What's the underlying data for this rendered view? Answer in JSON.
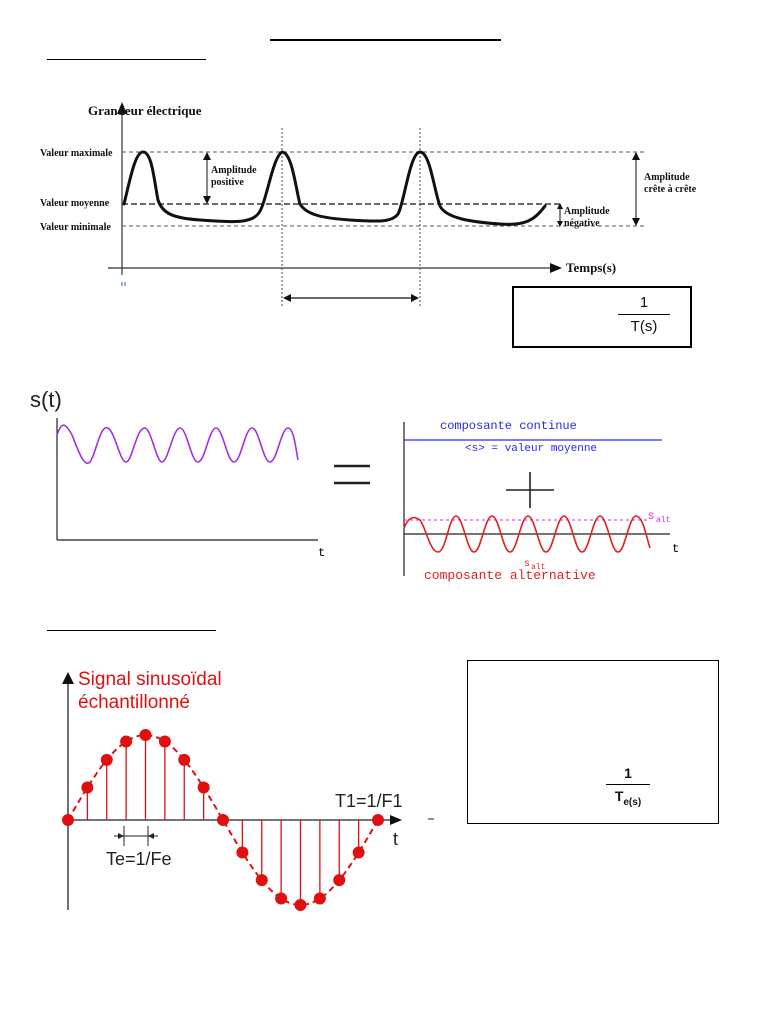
{
  "chart1": {
    "ylabel": "Grandeur électrique",
    "xlabel": "Temps(s)",
    "levels": {
      "max": "Valeur maximale",
      "mean": "Valeur moyenne",
      "min": "Valeur minimale"
    },
    "annotations": {
      "pos_amp_line1": "Amplitude",
      "pos_amp_line2": "positive",
      "neg_amp_line1": "Amplitude",
      "neg_amp_line2": "négative",
      "p2p_line1": "Amplitude",
      "p2p_line2": "crête à crête"
    },
    "formula": {
      "numerator": "1",
      "denominator": "T(s)"
    }
  },
  "chart2": {
    "s_label": "s(t)",
    "t_label": "t",
    "continue_label": "composante continue",
    "mean_label": "<s> = valeur moyenne",
    "alt_label": "composante alternative",
    "s_alt_upper": "S",
    "s_alt_upper_sub": "alt",
    "s_alt_lower": "s",
    "s_alt_lower_sub": "alt",
    "colors": {
      "signal": "#a030e0",
      "continuous": "#2a2ae8",
      "alternating": "#e02020",
      "mean_dashed": "#e020e0"
    }
  },
  "chart3": {
    "title_line1": "Signal sinusoïdal",
    "title_line2": "échantillonné",
    "t_label": "t",
    "period_label": "T1=1/F1",
    "sample_label": "Te=1/Fe",
    "formula": {
      "numerator": "1",
      "denominator": "T",
      "denominator_sub": "e(s)"
    },
    "colors": {
      "samples": "#e01010"
    }
  }
}
